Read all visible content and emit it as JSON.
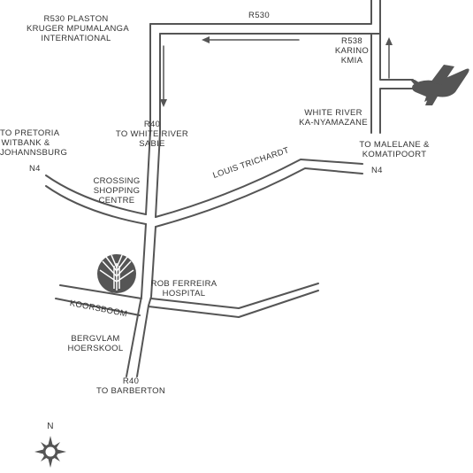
{
  "colors": {
    "road": "#555555",
    "text": "#333333",
    "background": "#ffffff"
  },
  "labels": {
    "r530_plaston": [
      "R530 PLASTON",
      "KRUGER MPUMALANGA",
      "INTERNATIONAL"
    ],
    "r530_top": "R530",
    "r538_karino": [
      "R538",
      "KARINO",
      "KMIA"
    ],
    "white_river_kanyamazane": [
      "WHITE RIVER",
      "KA-NYAMAZANE"
    ],
    "to_malelane": [
      "TO  MALELANE &",
      "KOMATIPOORT"
    ],
    "n4_right": "N4",
    "r40_white_river": [
      "R40",
      "TO WHITE RIVER",
      "SABIE"
    ],
    "to_pretoria": [
      "TO PRETORIA",
      "WITBANK &",
      "JOHANNSBURG"
    ],
    "n4_left": "N4",
    "crossing_centre": [
      "CROSSING",
      "SHOPPING",
      "CENTRE"
    ],
    "louis_trichardt": "LOUIS TRICHARDT",
    "rob_ferreira": [
      "ROB FERREIRA",
      "HOSPITAL"
    ],
    "koorsboom": "KOORSBOOM",
    "bergvlam": [
      "BERGVLAM",
      "HOERSKOOL"
    ],
    "r40_barberton": [
      "R40",
      "TO BARBERTON"
    ]
  },
  "icons": {
    "airport": "airplane-icon",
    "venue": "tree-logo-icon",
    "compass": "compass-rose-icon",
    "compass_label": "N"
  }
}
